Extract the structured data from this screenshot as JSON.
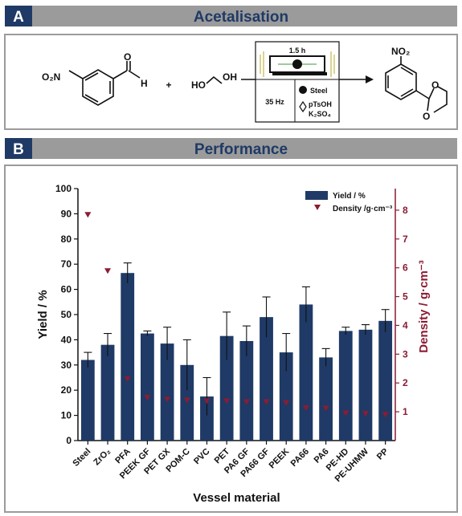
{
  "panels": {
    "a": {
      "letter": "A",
      "title": "Acetalisation"
    },
    "b": {
      "letter": "B",
      "title": "Performance"
    }
  },
  "reaction": {
    "reactant1_group": "O₂N",
    "reactant1_atom": "H",
    "plus": "+",
    "reactant2": "HO⁠/\\/⁠OH",
    "reactant2_left": "HO",
    "reactant2_right": "OH",
    "time": "1.5 h",
    "frequency": "35 Hz",
    "ball_label": "Steel",
    "catalyst": "pTsOH",
    "additive": "K₂SO₄",
    "product_group": "NO₂",
    "product_o1": "O",
    "product_o2": "O"
  },
  "colors": {
    "bar": "#1f3a66",
    "density": "#8b1c33",
    "panel_header": "#9b9b9b",
    "border": "#9b9b9b"
  },
  "chart_data": {
    "type": "bar",
    "categories": [
      "Steel",
      "ZrO₂",
      "PFA",
      "PEEK GF",
      "PET GX",
      "POM-C",
      "PVC",
      "PET",
      "PA6 GF",
      "PA66 GF",
      "PEEK",
      "PA66",
      "PA6",
      "PE-HD",
      "PE-UHMW",
      "PP"
    ],
    "series": [
      {
        "name": "Yield / %",
        "type": "bar",
        "axis": "left",
        "values": [
          32,
          38,
          66.5,
          42.5,
          38.5,
          30,
          17.5,
          41.5,
          39.5,
          49,
          35,
          54,
          33,
          43.5,
          44,
          47.5
        ],
        "errors": [
          3,
          4.5,
          4,
          1,
          6.5,
          10,
          7.5,
          9.5,
          6,
          8,
          7.5,
          7,
          3.5,
          1.5,
          2,
          4.5
        ]
      },
      {
        "name": "Density /g·cm⁻³",
        "type": "scatter",
        "axis": "right",
        "values": [
          7.85,
          5.9,
          2.15,
          1.5,
          1.44,
          1.41,
          1.38,
          1.38,
          1.35,
          1.35,
          1.32,
          1.14,
          1.13,
          0.96,
          0.94,
          0.91
        ]
      }
    ],
    "xlabel": "Vessel material",
    "ylabel": "Yield / %",
    "ylabel_right": "Density / g·cm⁻³",
    "ylim": [
      0,
      100
    ],
    "ylim_right": [
      0,
      8.75
    ],
    "yticks": [
      0,
      10,
      20,
      30,
      40,
      50,
      60,
      70,
      80,
      90,
      100
    ],
    "yticks_right": [
      1,
      2,
      3,
      4,
      5,
      6,
      7,
      8
    ],
    "legend_position": "top-right",
    "grid": false
  }
}
